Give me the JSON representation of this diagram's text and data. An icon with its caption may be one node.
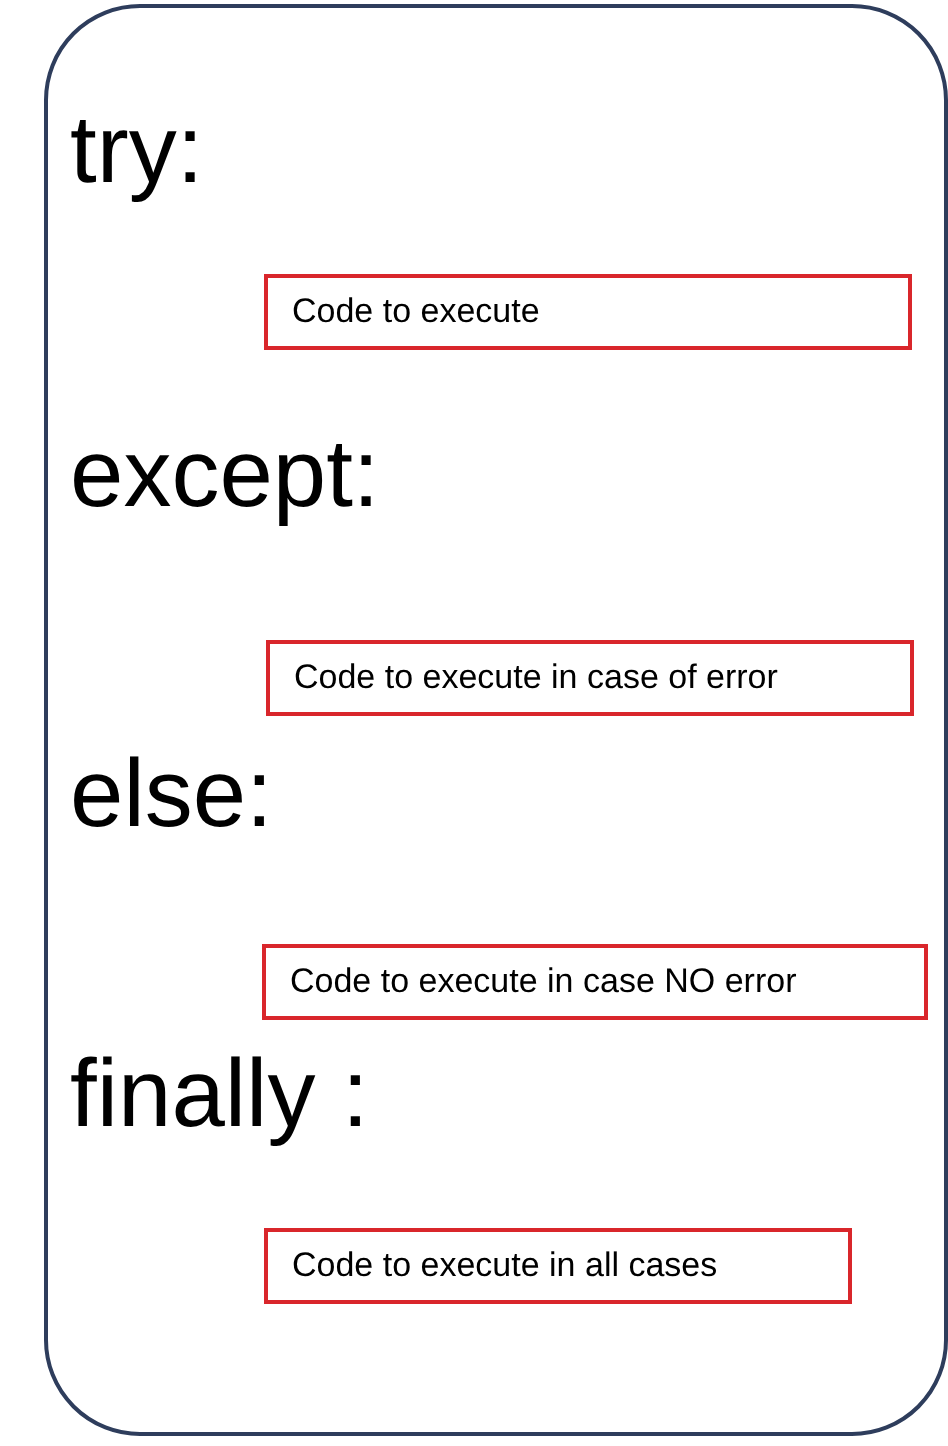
{
  "diagram": {
    "nodes": [
      {
        "text": [
          "try:",
          "except:",
          "else:",
          "finally :"
        ]
      },
      {
        "text": [
          "Code to execute"
        ],
        "in": 0
      },
      {
        "text": [
          "Code to execute in case of error"
        ],
        "in": 0
      },
      {
        "text": [
          "Code to execute in case NO error"
        ],
        "in": 0
      },
      {
        "text": [
          "Code to execute in all cases"
        ],
        "in": 0
      }
    ]
  }
}
